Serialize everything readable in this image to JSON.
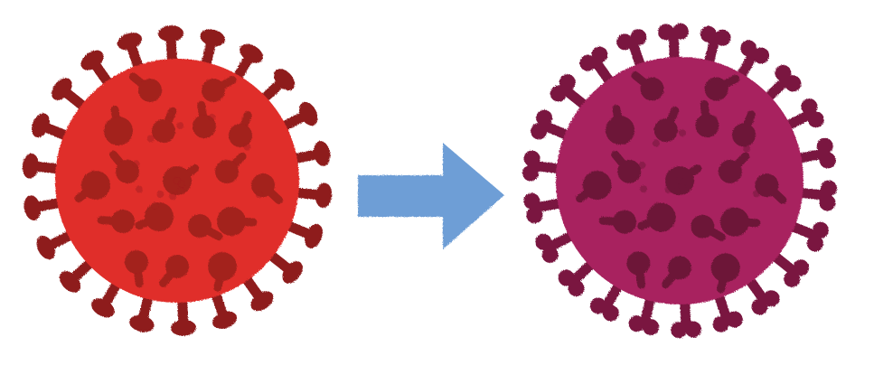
{
  "scene": {
    "background": "#ffffff",
    "items": [
      {
        "name": "virus-original",
        "icon": "coronavirus-icon",
        "variant": "original",
        "colors": {
          "body": "#e02f2a",
          "spike": "#8e1c1f",
          "spot": "#a3201f"
        }
      },
      {
        "name": "transform-arrow",
        "icon": "arrow-right-icon",
        "colors": {
          "fill": "#6e9ed6"
        }
      },
      {
        "name": "virus-mutated",
        "icon": "coronavirus-icon",
        "variant": "mutant",
        "colors": {
          "body": "#a8235e",
          "spike": "#7a1640",
          "spot": "#6d1338"
        }
      }
    ]
  }
}
